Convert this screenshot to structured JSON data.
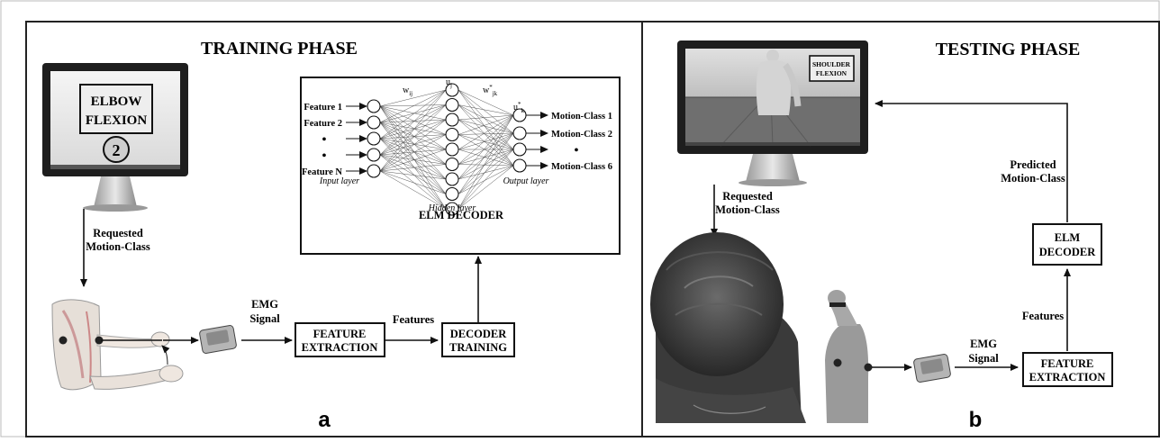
{
  "panel_a": {
    "title": "TRAINING PHASE",
    "label": "a",
    "monitor": {
      "line1": "ELBOW",
      "line2": "FLEXION",
      "number": "2"
    },
    "requested_line1": "Requested",
    "requested_line2": "Motion-Class",
    "emg_line1": "EMG",
    "emg_line2": "Signal",
    "feature_box_line1": "FEATURE",
    "feature_box_line2": "EXTRACTION",
    "features_label": "Features",
    "decoder_box_line1": "DECODER",
    "decoder_box_line2": "TRAINING",
    "elm": {
      "title": "ELM DECODER",
      "inputs": [
        "Feature 1",
        "Feature 2",
        "•",
        "•",
        "Feature N"
      ],
      "outputs": [
        "Motion-Class 1",
        "Motion-Class 2",
        "•",
        "Motion-Class 6"
      ],
      "input_layer": "Input layer",
      "hidden_layer": "Hidden layer",
      "output_layer": "Output layer",
      "w_ij": "w",
      "w_ij_sub": "ij",
      "u_j": "u",
      "u_j_sub": "j",
      "w_jk": "w",
      "w_jk_sub": "jk",
      "u_k": "u",
      "u_k_sub": "k"
    }
  },
  "panel_b": {
    "title": "TESTING PHASE",
    "label": "b",
    "monitor_label_line1": "SHOULDER",
    "monitor_label_line2": "FLEXION",
    "requested_line1": "Requested",
    "requested_line2": "Motion-Class",
    "predicted_line1": "Predicted",
    "predicted_line2": "Motion-Class",
    "elm_box_line1": "ELM",
    "elm_box_line2": "DECODER",
    "features_label": "Features",
    "emg_line1": "EMG",
    "emg_line2": "Signal",
    "feature_box_line1": "FEATURE",
    "feature_box_line2": "EXTRACTION"
  }
}
